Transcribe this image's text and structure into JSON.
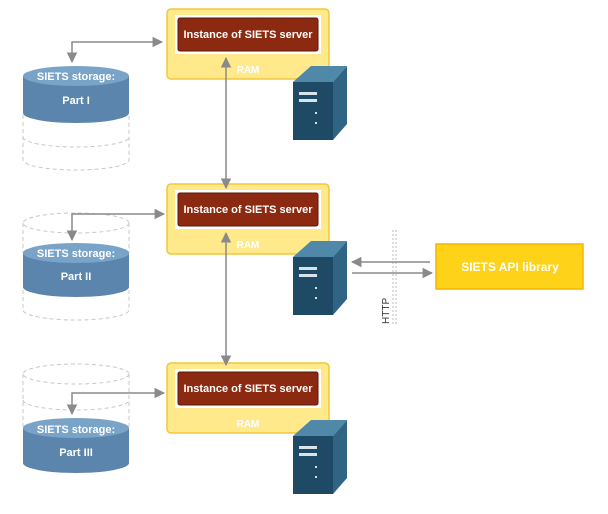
{
  "nodes": {
    "instances": [
      {
        "label": "Instance of SIETS server",
        "ram": "RAM"
      },
      {
        "label": "Instance of SIETS server",
        "ram": "RAM"
      },
      {
        "label": "Instance of SIETS server",
        "ram": "RAM"
      }
    ],
    "storages": [
      {
        "title": "SIETS storage:",
        "part": "Part I"
      },
      {
        "title": "SIETS storage:",
        "part": "Part II"
      },
      {
        "title": "SIETS storage:",
        "part": "Part III"
      }
    ],
    "api": {
      "label": "SIETS API library"
    },
    "protocol": {
      "label": "HTTP"
    }
  },
  "colors": {
    "ram_fill": "#ffe98a",
    "ram_border": "#f0c83a",
    "instance_fill": "#8b2a10",
    "storage_fill": "#5b85ad",
    "storage_top": "#7aa3c8",
    "server_front": "#1f4a66",
    "server_side": "#3d7896",
    "api_fill": "#ffd21a",
    "api_border": "#f2b600",
    "arrow": "#8a8a8a",
    "dashed": "#c8c8c8"
  }
}
